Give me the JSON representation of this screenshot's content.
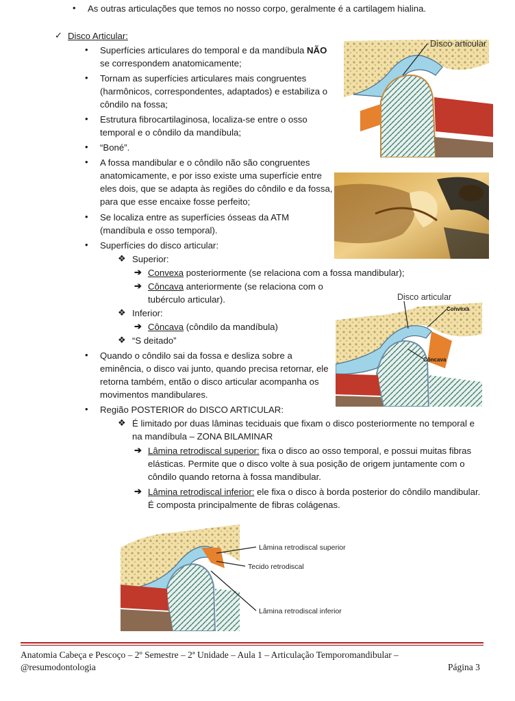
{
  "top_bullet": "As outras articulações que temos no nosso corpo, geralmente é a cartilagem hialina.",
  "section_title": "Disco Articular:",
  "items": {
    "i1_a": "Superfícies articulares do temporal e da mandíbula ",
    "i1_bold": "NÃO",
    "i1_b": "se correspondem anatomicamente;",
    "i2_a": "Tornam as superfícies articulares mais congruentes",
    "i2_b": "(harmônicos, correspondentes, adaptados) e estabiliza o",
    "i2_c": "côndilo na fossa;",
    "i3_a": "Estrutura fibrocartilaginosa, localiza-se entre o osso",
    "i3_b": "temporal e o côndilo da mandíbula;",
    "i4": "“Boné”.",
    "i5_a": "A fossa mandibular e o côndilo não são congruentes",
    "i5_b": "anatomicamente, e por isso existe uma superfície entre",
    "i5_c": "eles dois, que se adapta às regiões do côndilo e da fossa,",
    "i5_d": "para que esse encaixe fosse perfeito;",
    "i6_a": "Se localiza entre as superfícies ósseas da ATM",
    "i6_b": "(mandíbula e osso temporal).",
    "i7": "Superfícies do disco articular:",
    "superior": "Superior:",
    "convexa_u": "Convexa",
    "convexa_rest": " posteriormente (se relaciona com a fossa mandibular);",
    "concava_u": "Côncava",
    "concava_rest": " anteriormente (se relaciona com o",
    "concava_rest2": "tubérculo articular).",
    "inferior": "Inferior:",
    "concava2_u": "Côncava",
    "concava2_rest": " (côndilo da mandíbula)",
    "s_deitado": "“S deitado”",
    "i8_a": "Quando o côndilo sai da fossa e desliza sobre a",
    "i8_b": "eminência, o disco vai junto, quando precisa retornar, ele",
    "i8_c": "retorna também, então o disco articular acompanha os",
    "i8_d": "movimentos mandibulares.",
    "i9": "Região POSTERIOR do DISCO ARTICULAR:",
    "lim_a": "É limitado por duas lâminas teciduais que fixam o disco posteriormente no temporal e",
    "lim_b": "na mandíbula – ZONA BILAMINAR",
    "sup_u": "Lâmina retrodiscal superior:",
    "sup_rest": " fixa o disco ao osso temporal, e possui muitas fibras",
    "sup_b": "elásticas. Permite que o disco volte à sua posição de origem juntamente com o",
    "sup_c": "côndilo quando retorna à fossa mandibular.",
    "inf_u": "Lâmina retrodiscal inferior:",
    "inf_rest": " ele fixa o disco à borda posterior do côndilo mandibular.",
    "inf_b": "É composta principalmente de fibras colágenas."
  },
  "figures": {
    "fig1_label": "Disco articular",
    "fig3_label": "Disco articular",
    "fig3_convexa": "Convexa",
    "fig3_concava": "Côncava",
    "fig4_sup": "Lâmina retrodiscal superior",
    "fig4_tecido": "Tecido retrodiscal",
    "fig4_inf": "Lâmina retrodiscal inferior"
  },
  "footer": {
    "line1": "Anatomia Cabeça e Pescoço – 2º Semestre – 2ª Unidade – Aula 1 – Articulação Temporomandibular –",
    "line2": "@resumodontologia",
    "page": "Página 3"
  },
  "colors": {
    "rule_red": "#b5201f",
    "disc_blue": "#9fd3e8",
    "bone": "#f3e3b0",
    "muscle": "#c0392b"
  }
}
